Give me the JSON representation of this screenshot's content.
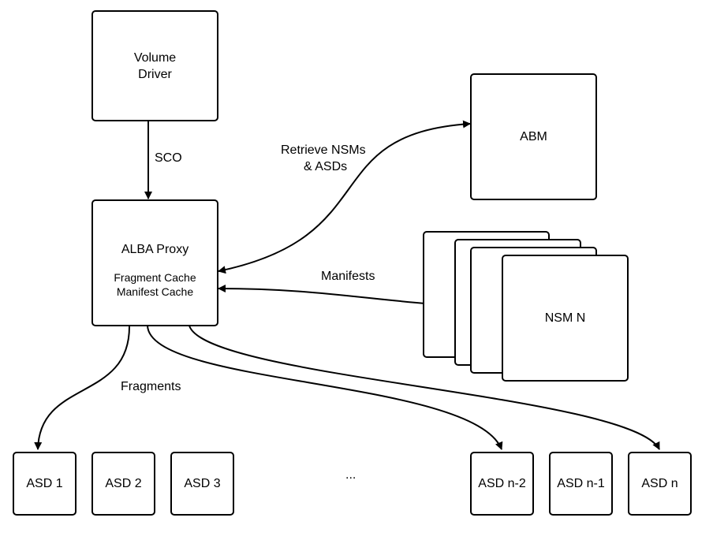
{
  "nodes": {
    "volume_driver": "Volume\nDriver",
    "abm": "ABM",
    "alba_proxy": "ALBA Proxy",
    "alba_proxy_caches": [
      "Fragment Cache",
      "Manifest Cache"
    ],
    "nsm_n": "NSM N",
    "asds": [
      "ASD 1",
      "ASD 2",
      "ASD 3",
      "ASD n-2",
      "ASD n-1",
      "ASD n"
    ],
    "ellipsis": "..."
  },
  "edges": {
    "sco": "SCO",
    "retrieve": [
      "Retrieve NSMs",
      "& ASDs"
    ],
    "manifests": "Manifests",
    "fragments": "Fragments"
  }
}
